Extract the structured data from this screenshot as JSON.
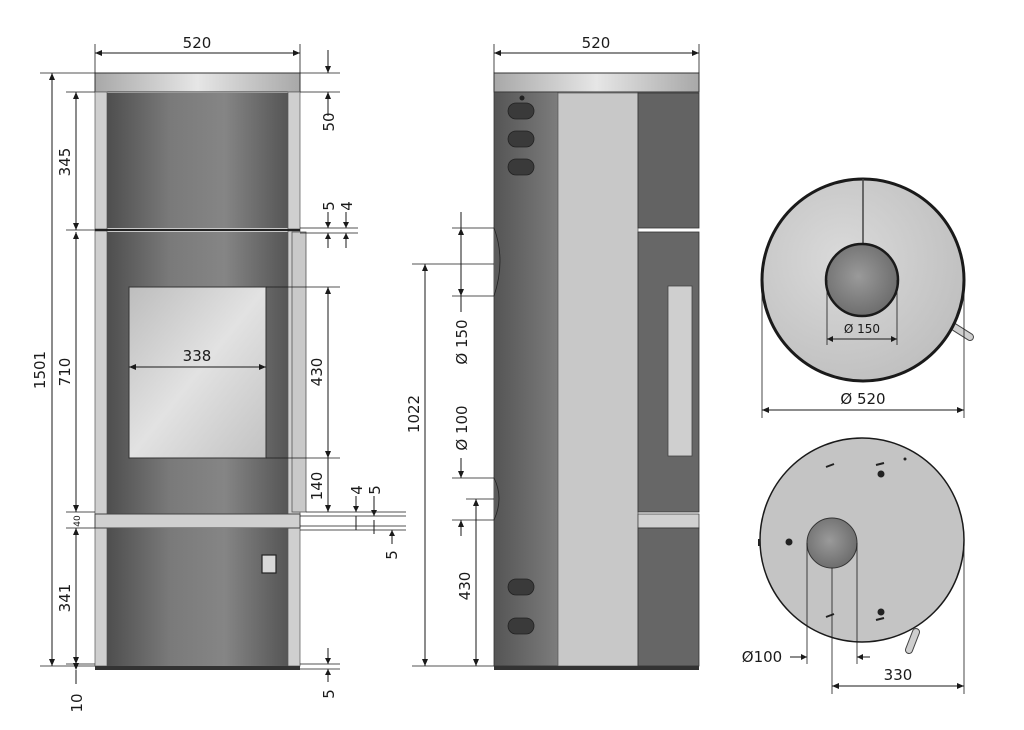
{
  "front": {
    "width": "520",
    "total_height": "1501",
    "top_height": "345",
    "top_cap": "50",
    "gap_a": "5",
    "gap_b": "4",
    "middle_height": "710",
    "window_width": "338",
    "window_height": "430",
    "window_bottom": "140",
    "base_gap_a": "4",
    "base_gap_b": "5",
    "ledge": "40",
    "base_gap_c": "5",
    "bottom_height": "341",
    "foot": "10",
    "foot_right": "5"
  },
  "side": {
    "width": "520",
    "upper_inlet_height": "1022",
    "upper_inlet_diameter": "Ø 150",
    "lower_inlet_diameter": "Ø 100",
    "lower_inlet_height": "430"
  },
  "top_view": {
    "flue_diameter": "Ø 150",
    "outer_diameter": "Ø 520"
  },
  "bottom_view": {
    "inlet_diameter": "Ø100",
    "offset": "330"
  },
  "colors": {
    "body": "#707070",
    "body_dark": "#5a5a5a",
    "steel": "#d6d6d6",
    "glass": "#cfcfcf",
    "outline": "#1a1a1a"
  }
}
